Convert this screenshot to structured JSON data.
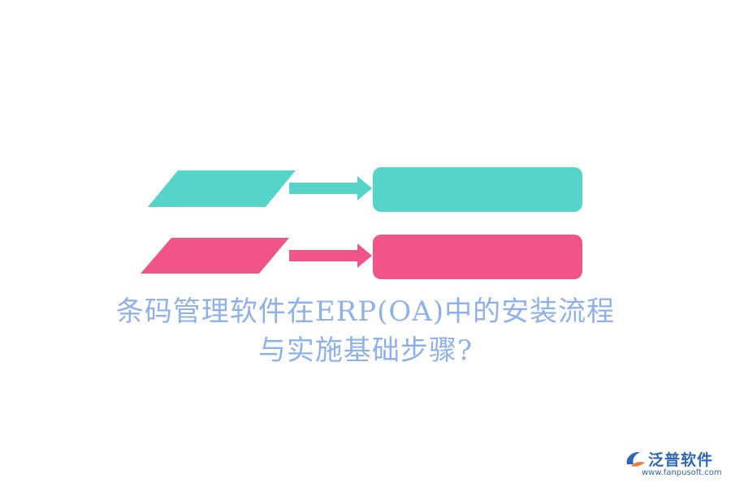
{
  "title": {
    "line1": "条码管理软件在ERP(OA)中的安装流程",
    "line2": "与实施基础步骤?"
  },
  "rows": [
    {
      "color": "#56d4ca",
      "parallelogram_label": "",
      "box_label": ""
    },
    {
      "color": "#ef5588",
      "parallelogram_label": "",
      "box_label": ""
    }
  ],
  "brand": {
    "name": "泛普软件",
    "url": "www.fanpusoft.com",
    "logo_icon": "fanpu-logo-icon",
    "logo_colors": [
      "#2f66b5",
      "#e8823a"
    ]
  }
}
